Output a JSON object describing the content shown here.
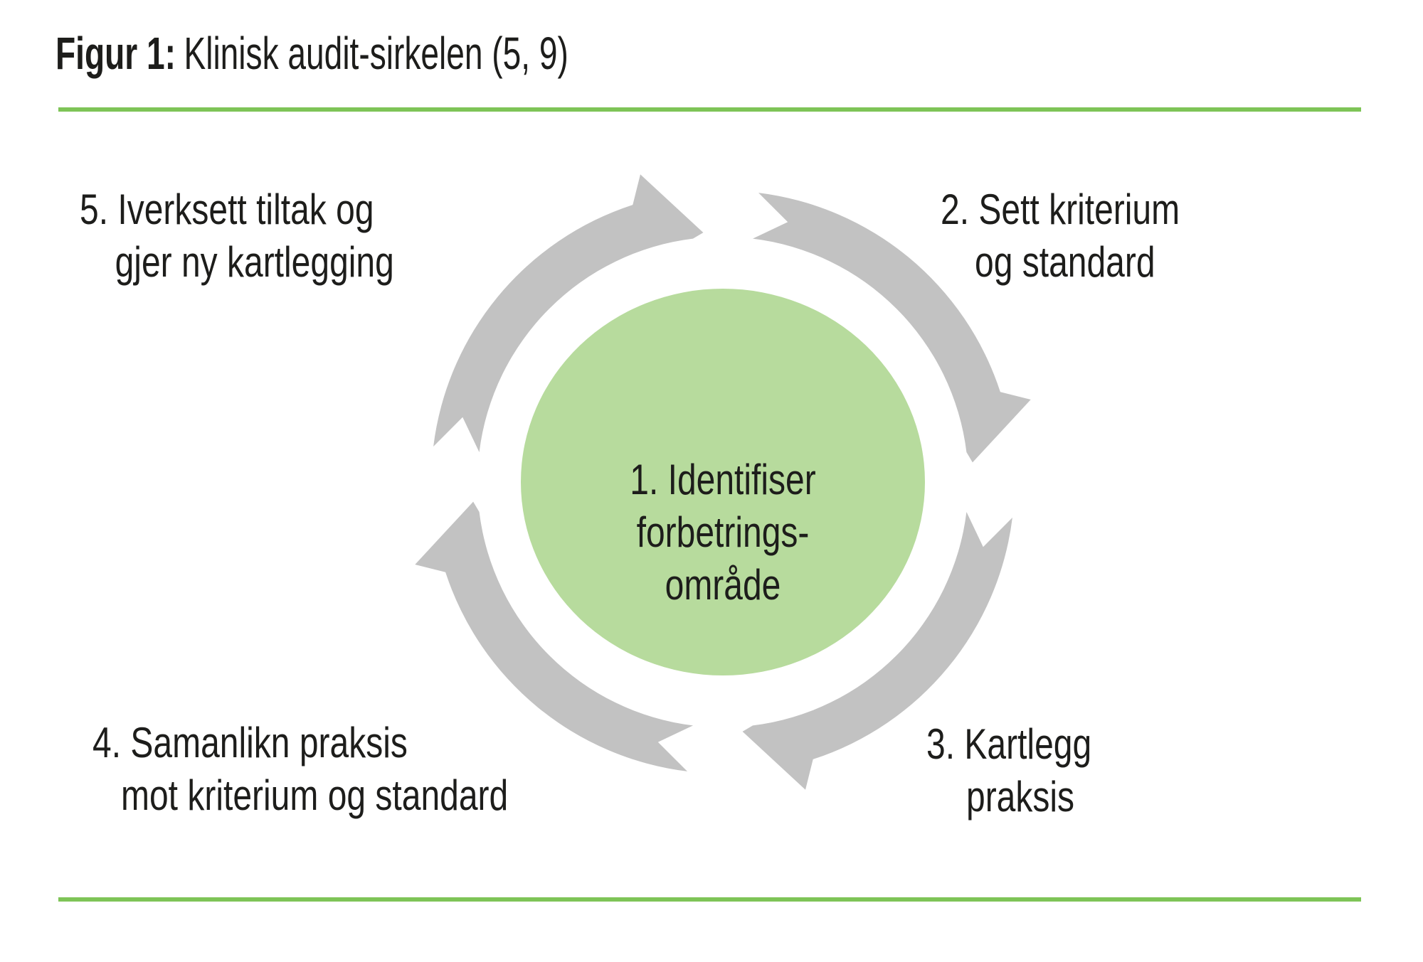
{
  "figure": {
    "title_prefix": "Figur 1:",
    "title_text": "Klinisk audit-sirkelen (5, 9)"
  },
  "colors": {
    "rule_green": "#7ec457",
    "circle_green": "#b7db9d",
    "arrow_gray": "#c2c2c2",
    "text": "#1d1d1b"
  },
  "cycle": {
    "center": {
      "line1": "1. Identifiser",
      "line2": "forbetrings-",
      "line3": "område"
    },
    "steps": [
      {
        "position": "top-right",
        "label_line1": "2. Sett kriterium",
        "label_line2": "og standard"
      },
      {
        "position": "bottom-right",
        "label_line1": "3. Kartlegg",
        "label_line2": "praksis"
      },
      {
        "position": "bottom-left",
        "label_line1": "4. Samanlikn praksis",
        "label_line2": "mot kriterium og standard"
      },
      {
        "position": "top-left",
        "label_line1": "5. Iverksett tiltak og",
        "label_line2": "gjer ny kartlegging"
      }
    ]
  }
}
